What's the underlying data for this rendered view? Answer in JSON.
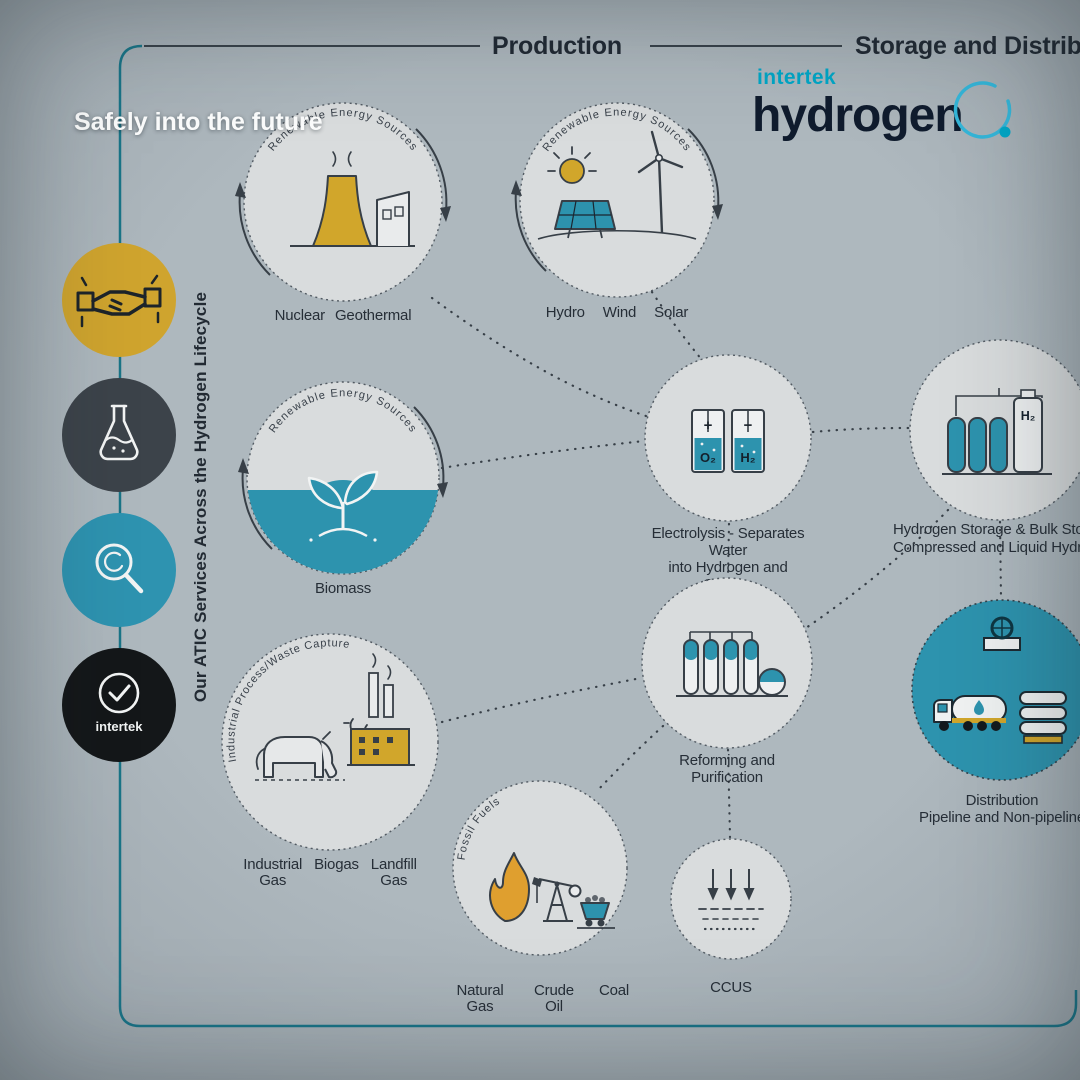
{
  "colors": {
    "background": "#a7b1b7",
    "circle_fill": "#d9dcdd",
    "teal": "#2d93ae",
    "yellow": "#d1a62b",
    "ink": "#373f47",
    "frame_teal": "#1a7487",
    "logo_cyan": "#00a7c7",
    "logo_navy": "#101c2e"
  },
  "tagline": "Safely into the future",
  "header": {
    "production": "Production",
    "storage": "Storage and Distribution"
  },
  "logo": {
    "top": "intertek",
    "main": "hydrogen"
  },
  "sidebar": {
    "vertical_title": "Our ATIC Services Across the Hydrogen Lifecycle",
    "certification_label": "intertek"
  },
  "nodes": {
    "nuclear": {
      "arc_label": "Renewable Energy Sources",
      "captions": [
        "Nuclear",
        "Geothermal"
      ]
    },
    "renewables": {
      "arc_label": "Renewable Energy Sources",
      "captions": [
        "Hydro",
        "Wind",
        "Solar"
      ]
    },
    "biomass": {
      "arc_label": "Renewable Energy Sources",
      "caption": "Biomass"
    },
    "electrolysis": {
      "caption_line1": "Electrolysis - Separates Water",
      "caption_line2": "into Hydrogen and Oxygen",
      "labels": {
        "plus": "+",
        "minus": "−",
        "oxygen": "O₂",
        "hydrogen": "H₂"
      }
    },
    "storage": {
      "caption_line1": "Hydrogen Storage & Bulk Storage",
      "caption_line2": "Compressed and Liquid Hydrogen",
      "tank_label": "H₂"
    },
    "industrial": {
      "arc_label": "Industrial Process/Waste Capture",
      "captions": [
        [
          "Industrial",
          "Gas"
        ],
        [
          "Biogas"
        ],
        [
          "Landfill",
          "Gas"
        ]
      ]
    },
    "reforming": {
      "caption_line1": "Reforming and",
      "caption_line2": "Purification"
    },
    "fossil": {
      "arc_label": "Fossil Fuels",
      "captions": [
        "Natural Gas",
        "Crude Oil",
        "Coal"
      ]
    },
    "ccus": {
      "caption": "CCUS"
    },
    "distribution": {
      "caption_line1": "Distribution",
      "caption_line2": "Pipeline and Non-pipeline"
    }
  }
}
